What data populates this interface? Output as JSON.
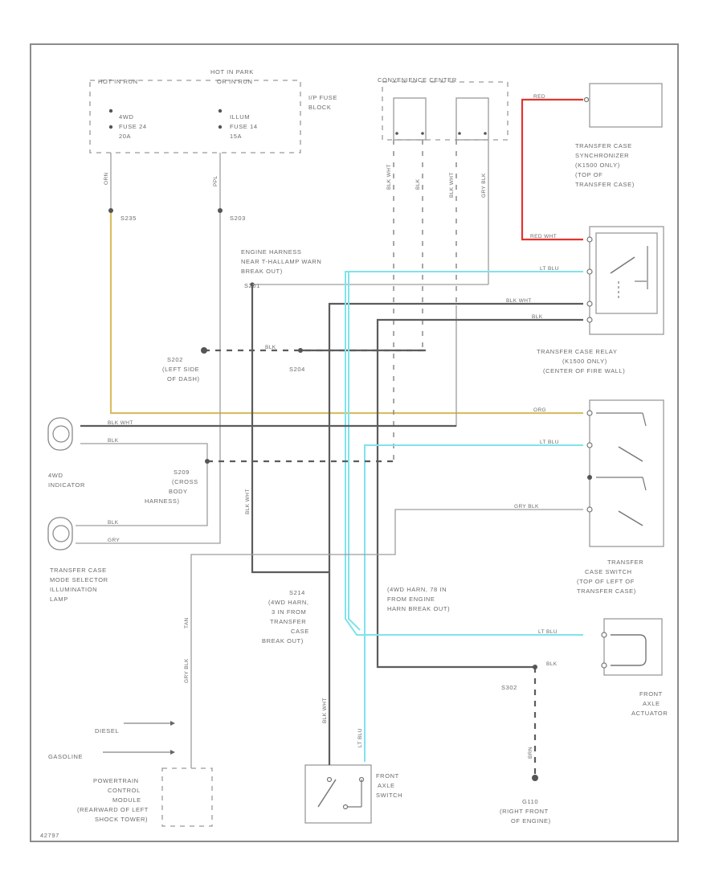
{
  "labels": {
    "hot_in_run": "HOT IN RUN",
    "hot_in_park": "HOT IN PARK",
    "or_in_run": "OR IN RUN",
    "fuse_4wd": [
      "4WD",
      "FUSE 24",
      "20A"
    ],
    "fuse_illum": [
      "ILLUM",
      "FUSE 14",
      "15A"
    ],
    "ip_fuse_block": [
      "I/P FUSE",
      "BLOCK"
    ],
    "convenience_center": "CONVENIENCE CENTER",
    "synchronizer": [
      "TRANSFER CASE",
      "SYNCHRONIZER",
      "(K1500 ONLY)",
      "(TOP OF",
      "TRANSFER CASE)"
    ],
    "s235": "S235",
    "s203": "S203",
    "engine_harness": [
      "ENGINE HARNESS",
      "NEAR T-HALLAMP WARN",
      "BREAK OUT)",
      "S201"
    ],
    "relay": [
      "TRANSFER CASE RELAY",
      "(K1500 ONLY)",
      "(CENTER OF FIRE WALL)"
    ],
    "s202": [
      "S202",
      "(LEFT SIDE",
      "OF DASH)"
    ],
    "s204": "S204",
    "indicator_4wd": [
      "4WD",
      "INDICATOR"
    ],
    "s209": [
      "S209",
      "(CROSS",
      "BODY",
      "HARNESS)"
    ],
    "lamp": [
      "TRANSFER CASE",
      "MODE SELECTOR",
      "ILLUMINATION",
      "LAMP"
    ],
    "tc_switch": [
      "TRANSFER",
      "CASE SWITCH",
      "(TOP OF LEFT OF",
      "TRANSFER CASE)"
    ],
    "s214": [
      "S214",
      "(4WD HARN,",
      "3 IN FROM",
      "TRANSFER",
      "CASE",
      "BREAK OUT)"
    ],
    "harn_4wd": [
      "(4WD HARN, 78 IN",
      "FROM ENGINE",
      "HARN BREAK OUT)"
    ],
    "s202b": "S302",
    "front_axle_actuator": [
      "FRONT",
      "AXLE",
      "ACTUATOR"
    ],
    "diesel": "DIESEL",
    "gasoline": "GASOLINE",
    "pcm": [
      "POWERTRAIN",
      "CONTROL",
      "MODULE",
      "(REARWARD OF LEFT",
      "SHOCK TOWER)"
    ],
    "front_axle_switch": [
      "FRONT",
      "AXLE",
      "SWITCH"
    ],
    "g110": [
      "G110",
      "(RIGHT FRONT",
      "OF ENGINE)"
    ],
    "figure_id": "42797"
  },
  "wires": {
    "red": "RED",
    "red_wht": "RED WHT",
    "org": "ORG",
    "orn": "ORN",
    "ppl": "PPL",
    "blk_wht": "BLK WHT",
    "blk": "BLK",
    "lt_blu": "LT BLU",
    "gry_blk": "GRY BLK",
    "brn": "BRN",
    "gry": "GRY",
    "gry_blk_v": "GRY BLK",
    "tan": "TAN",
    "blk_wht_v": "BLK/WHT"
  },
  "colors": {
    "red_wire": "#e3342f",
    "lt_blu_wire": "#7fe3ec",
    "org_wire": "#d8bf63",
    "blk_wire": "#5c5c5c",
    "gry_wire": "#9d9d9d"
  }
}
